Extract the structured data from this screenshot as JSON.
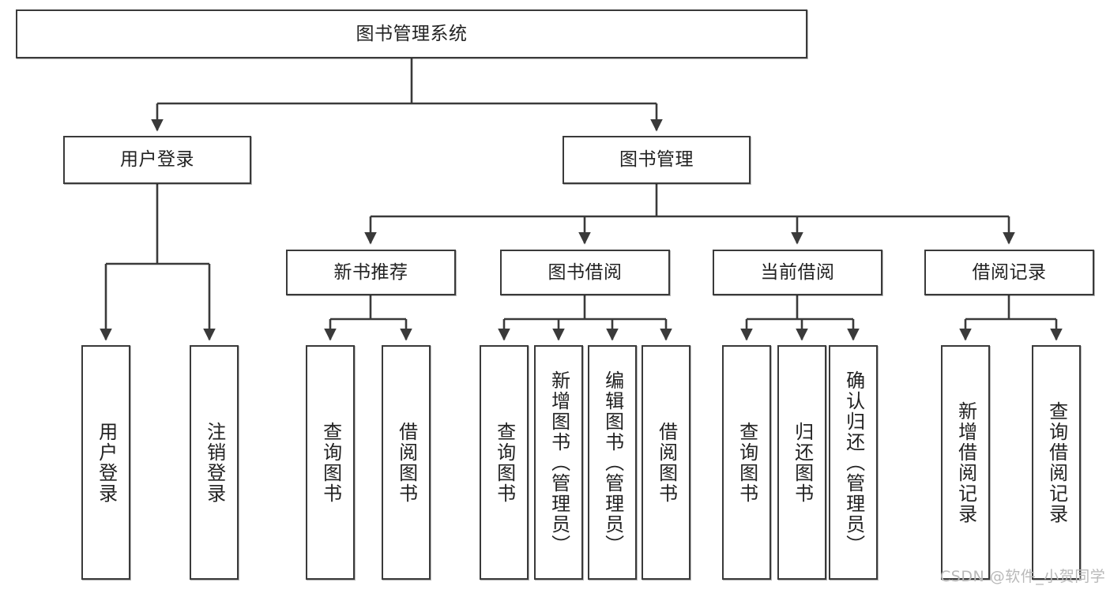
{
  "diagram": {
    "title": "图书管理系统",
    "watermark": "CSDN @软件_小贺同学",
    "line_color": "#3a3a3a",
    "box_fill": "#ffffff",
    "text_color": "#222222"
  },
  "nodes": {
    "root": {
      "label": "图书管理系统"
    },
    "level1": [
      {
        "id": "user-login",
        "label": "用户登录"
      },
      {
        "id": "book-manage",
        "label": "图书管理"
      }
    ],
    "level2": [
      {
        "id": "new-book-recommend",
        "label": "新书推荐"
      },
      {
        "id": "book-borrow",
        "label": "图书借阅"
      },
      {
        "id": "current-borrow",
        "label": "当前借阅"
      },
      {
        "id": "borrow-record",
        "label": "借阅记录"
      }
    ],
    "leaves": {
      "user_login": [
        {
          "id": "leaf-user-login",
          "label": "用户登录"
        },
        {
          "id": "leaf-logout",
          "label": "注销登录"
        }
      ],
      "new_book_recommend": [
        {
          "id": "leaf-query-book-1",
          "label": "查询图书"
        },
        {
          "id": "leaf-borrow-book-1",
          "label": "借阅图书"
        }
      ],
      "book_borrow": [
        {
          "id": "leaf-query-book-2",
          "label": "查询图书"
        },
        {
          "id": "leaf-add-book",
          "label": "新增图书（管理员）"
        },
        {
          "id": "leaf-edit-book",
          "label": "编辑图书（管理员）"
        },
        {
          "id": "leaf-borrow-book-2",
          "label": "借阅图书"
        }
      ],
      "current_borrow": [
        {
          "id": "leaf-query-book-3",
          "label": "查询图书"
        },
        {
          "id": "leaf-return-book",
          "label": "归还图书"
        },
        {
          "id": "leaf-confirm-return",
          "label": "确认归还（管理员）"
        }
      ],
      "borrow_record": [
        {
          "id": "leaf-add-record",
          "label": "新增借阅记录"
        },
        {
          "id": "leaf-query-record",
          "label": "查询借阅记录"
        }
      ]
    }
  }
}
